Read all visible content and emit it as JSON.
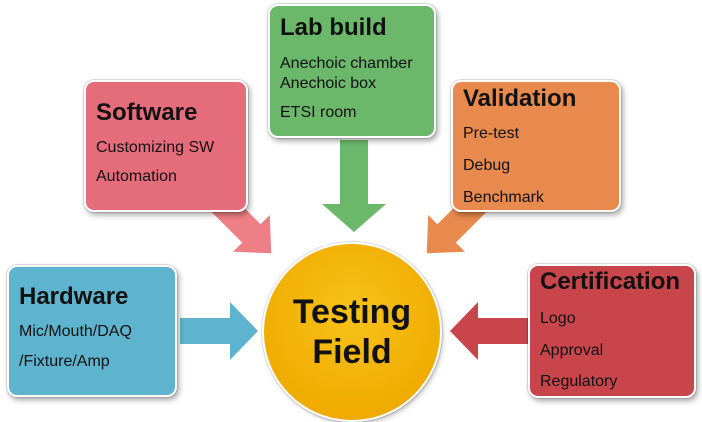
{
  "hub": {
    "line1": "Testing",
    "line2": "Field",
    "color": "#f0ac00"
  },
  "boxes": {
    "lab_build": {
      "title": "Lab build",
      "items": [
        "Anechoic chamber",
        "Anechoic box",
        "ETSI room"
      ],
      "color": "#6bb86b"
    },
    "software": {
      "title": "Software",
      "items": [
        "Customizing SW",
        "Automation"
      ],
      "color": "#e56c7b"
    },
    "validation": {
      "title": "Validation",
      "items": [
        "Pre-test",
        "Debug",
        "Benchmark"
      ],
      "color": "#e8894d"
    },
    "hardware": {
      "title": "Hardware",
      "items": [
        "Mic/Mouth/DAQ",
        "/Fixture/Amp"
      ],
      "color": "#5eb4cf"
    },
    "certification": {
      "title": "Certification",
      "items": [
        "Logo",
        "Approval",
        "Regulatory"
      ],
      "color": "#c9454c"
    }
  },
  "arrow_colors": {
    "lab_build": "#6bb86b",
    "software": "#ef7f86",
    "validation": "#e8894d",
    "hardware": "#5eb4cf",
    "certification": "#c9454c"
  }
}
